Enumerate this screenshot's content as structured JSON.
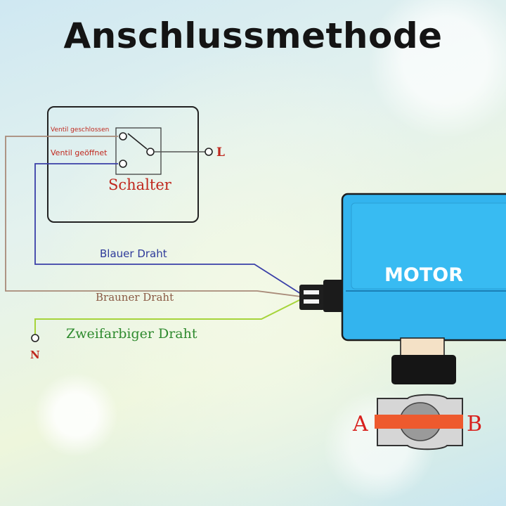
{
  "title": "Anschlussmethode",
  "switch": {
    "label": "Schalter",
    "closed_label": "Ventil geschlossen",
    "open_label": "Ventil geöffnet"
  },
  "terminals": {
    "live": "L",
    "neutral": "N"
  },
  "wires": {
    "blue": "Blauer Draht",
    "brown": "Brauner Draht",
    "bicolor": "Zweifarbiger Draht"
  },
  "motor": {
    "label": "MOTOR"
  },
  "valve": {
    "port_a": "A",
    "port_b": "B"
  },
  "colors": {
    "title": "#141414",
    "switch_label": "#c0281e",
    "blue_wire": "#3a3fa8",
    "brown_wire": "#a88a78",
    "bicolor_wire": "#a6d43a",
    "bicolor_label": "#2e8a2e",
    "motor_body": "#33b4ee",
    "flow_bar": "#ee5a2e",
    "port_label": "#d8201c"
  }
}
